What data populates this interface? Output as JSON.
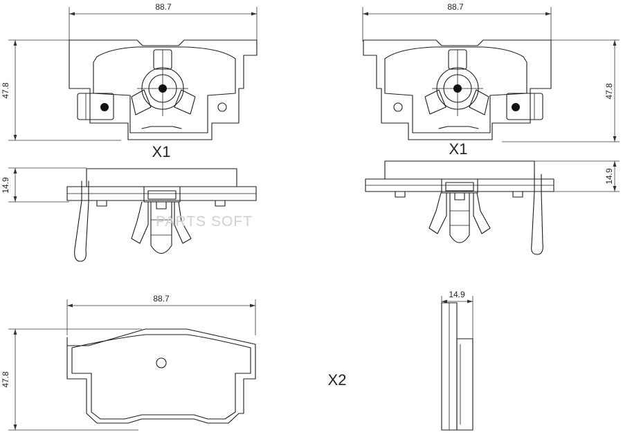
{
  "dimensions": {
    "width_top_left": "88.7",
    "width_top_right": "88.7",
    "width_bottom": "88.7",
    "height_top_left": "47.8",
    "height_top_right": "47.8",
    "height_bottom": "47.8",
    "thickness_left": "14.9",
    "thickness_right": "14.9",
    "thickness_bottom": "14.9"
  },
  "quantities": {
    "top_left": "X1",
    "top_right": "X1",
    "bottom": "X2"
  },
  "watermark": "PARTS SOFT"
}
